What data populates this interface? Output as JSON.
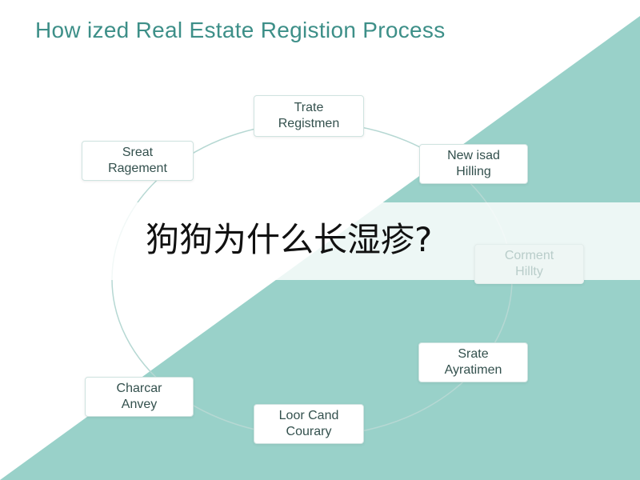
{
  "title": "How ized Real Estate Registion Process",
  "nodes": [
    {
      "line1": "Trate",
      "line2": "Registmen"
    },
    {
      "line1": "New isad",
      "line2": "Hilling"
    },
    {
      "line1": "Corment",
      "line2": "Hillty"
    },
    {
      "line1": "Srate",
      "line2": "Ayratimen"
    },
    {
      "line1": "Loor Cand",
      "line2": "Courary"
    },
    {
      "line1": "Charcar",
      "line2": "Anvey"
    },
    {
      "line1": "Sreat",
      "line2": "Ragement"
    }
  ],
  "overlay_question": "狗狗为什么长湿疹?",
  "colors": {
    "title": "#3d8f88",
    "teal_background": "#99d1c9",
    "circle_line": "#b6d8d3"
  }
}
